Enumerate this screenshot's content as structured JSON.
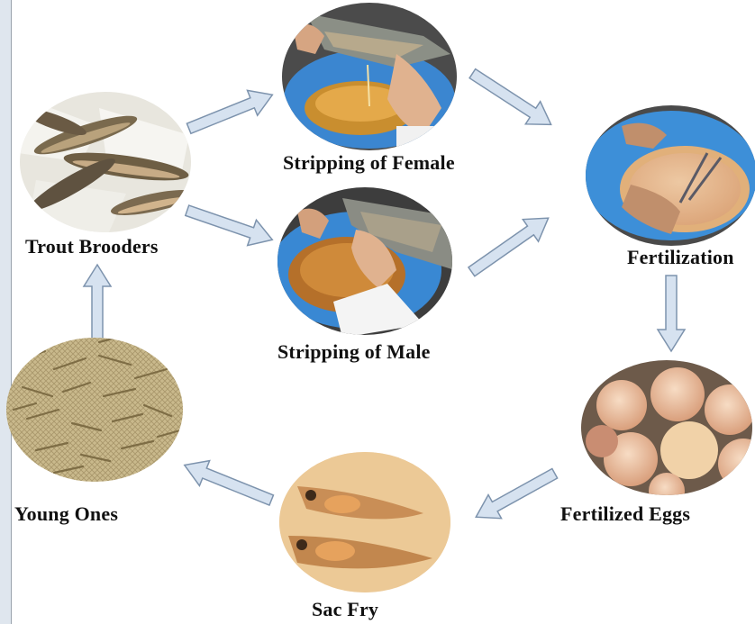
{
  "stages": {
    "trout_brooders": "Trout Brooders",
    "stripping_female": "Stripping of Female",
    "stripping_male": "Stripping of Male",
    "fertilization": "Fertilization",
    "fertilized_eggs": "Fertilized Eggs",
    "sac_fry": "Sac Fry",
    "young_ones": "Young Ones"
  },
  "colors": {
    "arrow_fill": "#d6e2f0",
    "arrow_stroke": "#7d93ad",
    "bucket_blue": "#3f8fd6",
    "egg_orange": "#e9a24a"
  }
}
